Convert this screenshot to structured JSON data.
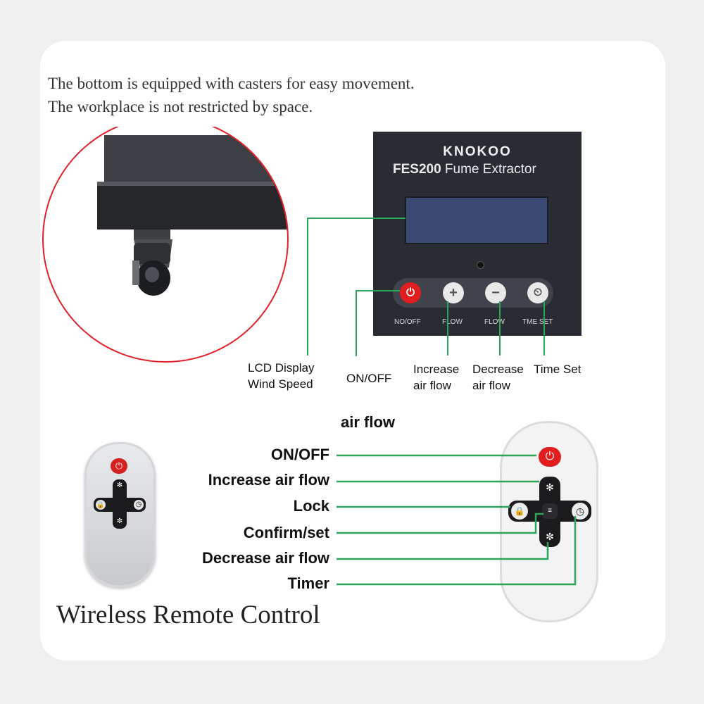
{
  "intro": {
    "line1": "The bottom is equipped with casters for easy movement.",
    "line2": "The workplace is not restricted by space."
  },
  "panel": {
    "brand": "KNOKOO",
    "model_bold": "FES200",
    "model_rest": " Fume Extractor",
    "button_labels": [
      "NO/OFF",
      "FLOW",
      "FLOW",
      "TME SET"
    ],
    "button_symbols": [
      "⏻",
      "+",
      "−",
      "⏲"
    ]
  },
  "callouts": {
    "lcd_line1": "LCD Display",
    "lcd_line2": "Wind Speed",
    "onoff": "ON/OFF",
    "increase_line1": "Increase",
    "increase_line2": "air flow",
    "decrease_line1": "Decrease",
    "decrease_line2": "air flow",
    "timeset": "Time Set"
  },
  "remote": {
    "heading": "air flow",
    "labels": [
      "ON/OFF",
      "Increase air flow",
      "Lock",
      "Confirm/set",
      "Decrease air flow",
      "Timer"
    ],
    "title": "Wireless Remote Control"
  },
  "colors": {
    "callout_line": "#2aa55a",
    "circle": "#e3202a",
    "panel": "#2a2c33",
    "power_red": "#e21d1d"
  },
  "icons": {
    "caster": "caster-wheel-icon",
    "power": "power-icon",
    "plus": "plus-icon",
    "minus": "minus-icon",
    "timer": "timer-icon",
    "fan": "fan-icon",
    "lock": "lock-icon"
  }
}
